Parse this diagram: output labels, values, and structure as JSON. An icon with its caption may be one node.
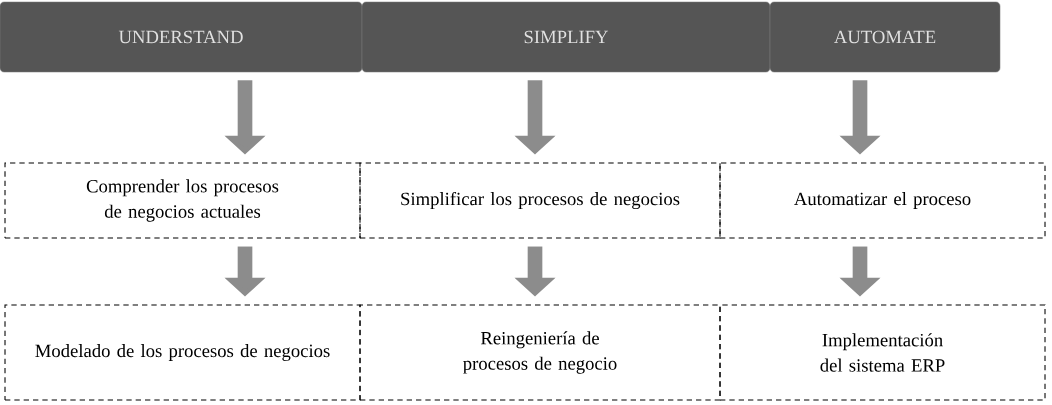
{
  "diagram": {
    "nodes": [
      {
        "text": [
          "UNDERSTAND"
        ]
      },
      {
        "text": [
          "SIMPLIFY"
        ]
      },
      {
        "text": [
          "AUTOMATE"
        ]
      },
      {
        "text": [
          "Comprender los procesos de negocios actuales"
        ]
      },
      {
        "text": [
          "Simplificar los procesos de negocios"
        ]
      },
      {
        "text": [
          "Automatizar el proceso"
        ]
      },
      {
        "text": [
          "Modelado de los procesos de negocios"
        ]
      },
      {
        "text": [
          "Reingeniería de procesos de negocio"
        ]
      },
      {
        "text": [
          "Implementación del sistema ERP"
        ]
      }
    ],
    "edges": [
      {
        "from": 0,
        "to": 3,
        "arrow": "to"
      },
      {
        "from": 1,
        "to": 4,
        "arrow": "to"
      },
      {
        "from": 2,
        "to": 5,
        "arrow": "to"
      },
      {
        "from": 3,
        "to": 6,
        "arrow": "to"
      },
      {
        "from": 4,
        "to": 7,
        "arrow": "to"
      },
      {
        "from": 5,
        "to": 8,
        "arrow": "to"
      }
    ]
  }
}
